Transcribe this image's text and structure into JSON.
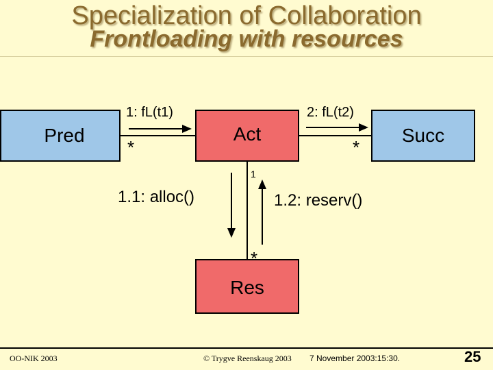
{
  "title": "Specialization of Collaboration",
  "subtitle": "Frontloading with resources",
  "diagram": {
    "nodes": {
      "pred": "Pred",
      "act": "Act",
      "succ": "Succ",
      "res": "Res"
    },
    "messages": {
      "pred_act": "1: fL(t1)",
      "act_succ": "2: fL(t2)",
      "act_res_alloc": "1.1: alloc()",
      "res_act_reserv": "1.2: reserv()"
    },
    "multiplicities": {
      "pred_act_end": "*",
      "act_succ_end": "*",
      "act_res_top": "1",
      "act_res_bottom": "*"
    }
  },
  "footer": {
    "left": "OO-NIK 2003",
    "center": "© Trygve Reenskaug 2003",
    "right": "7 November 2003:15:30.",
    "page": "25"
  }
}
